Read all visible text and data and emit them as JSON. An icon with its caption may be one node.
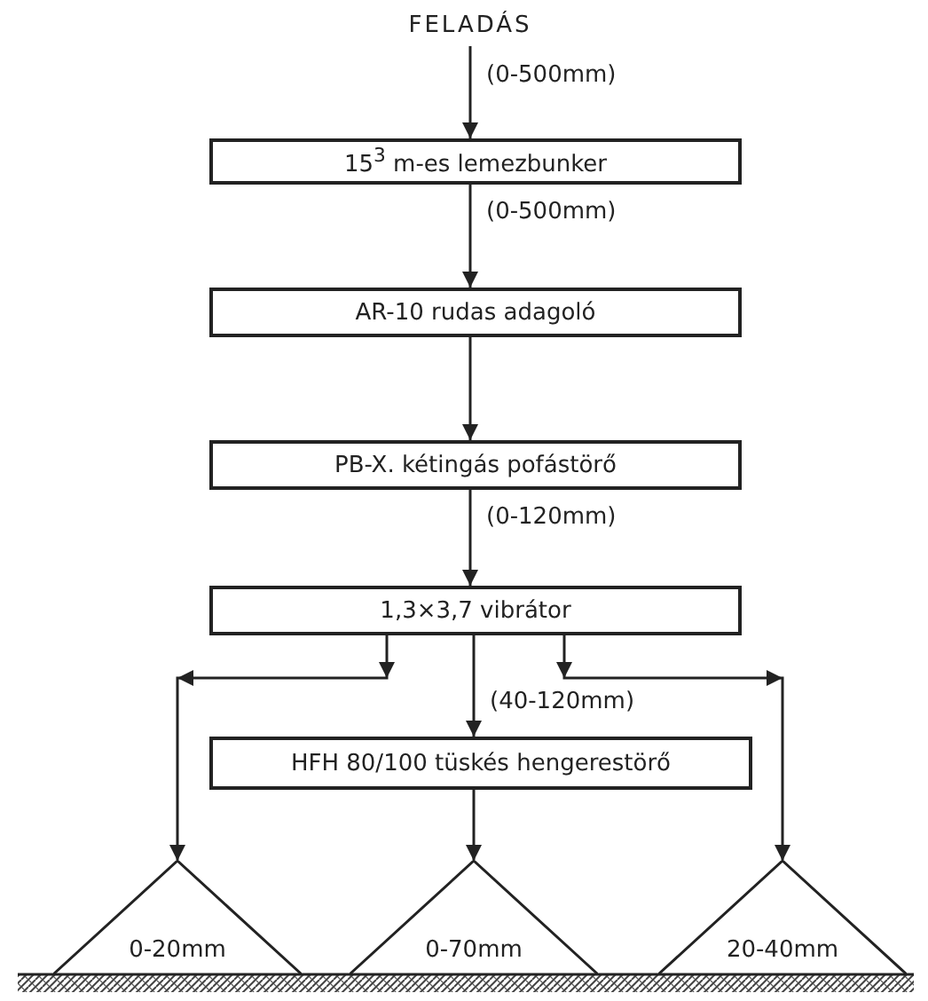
{
  "diagram": {
    "nodes": [
      {
        "text": [
          "FELADÁS"
        ]
      },
      {
        "text": [
          "15$^{3}$ m-es lemezbunker"
        ]
      },
      {
        "text": [
          "AR-10 rudas adagoló"
        ]
      },
      {
        "text": [
          "PB-X. kétingás pofástörő"
        ]
      },
      {
        "text": [
          "1,3×3,7 vibrátor"
        ]
      },
      {
        "text": [
          "HFH 80/100 tüskés hengerestörő"
        ]
      },
      {
        "text": [
          "0-20mm"
        ]
      },
      {
        "text": [
          "0-70mm"
        ]
      },
      {
        "text": [
          "20-40mm"
        ]
      }
    ],
    "edges": [
      {
        "from": 0,
        "to": 1,
        "arrow": "to",
        "label": "(0-500mm)"
      },
      {
        "from": 1,
        "to": 2,
        "arrow": "to",
        "label": "(0-500mm)"
      },
      {
        "from": 2,
        "to": 3,
        "arrow": "to"
      },
      {
        "from": 3,
        "to": 4,
        "arrow": "to",
        "label": "(0-120mm)"
      },
      {
        "from": 4,
        "to": 5,
        "arrow": "to",
        "label": "(40-120mm)"
      },
      {
        "from": 4,
        "to": 6,
        "arrow": "to"
      },
      {
        "from": 5,
        "to": 7,
        "arrow": "to"
      },
      {
        "from": 4,
        "to": 8,
        "arrow": "to"
      }
    ]
  }
}
